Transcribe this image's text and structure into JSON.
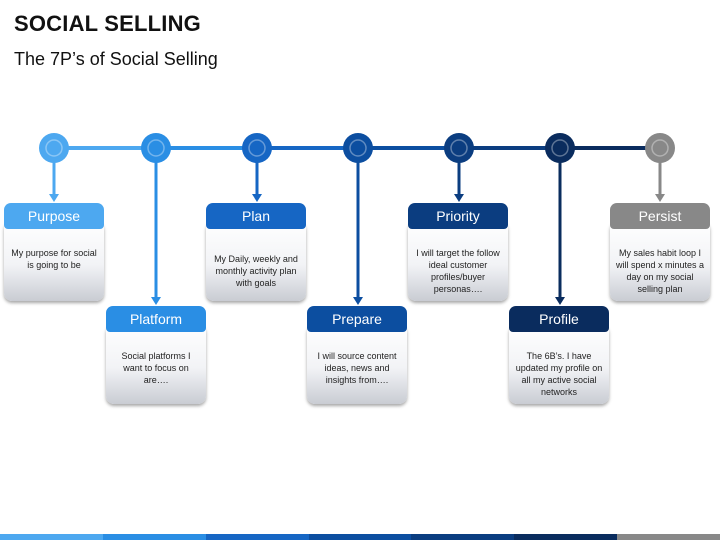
{
  "title": "SOCIAL SELLING",
  "subtitle": "The 7P’s of Social Selling",
  "colors": [
    "#4da8f0",
    "#2a8ee4",
    "#1666c4",
    "#0c4ea0",
    "#0b3d80",
    "#0a2c5e",
    "#888888"
  ],
  "steps": [
    {
      "label": "Purpose",
      "text": "My purpose for social is going to be"
    },
    {
      "label": "Platform",
      "text": "Social platforms I want to focus on are…."
    },
    {
      "label": "Plan",
      "text": "My Daily, weekly and monthly activity plan with goals"
    },
    {
      "label": "Prepare",
      "text": "I will source content ideas, news and insights from…."
    },
    {
      "label": "Priority",
      "text": "I will target the follow ideal customer profiles/buyer personas…."
    },
    {
      "label": "Profile",
      "text": "The 6B’s. I have updated my profile on all my active social networks"
    },
    {
      "label": "Persist",
      "text": "My sales habit loop I will spend x minutes a day on my social selling plan"
    }
  ]
}
